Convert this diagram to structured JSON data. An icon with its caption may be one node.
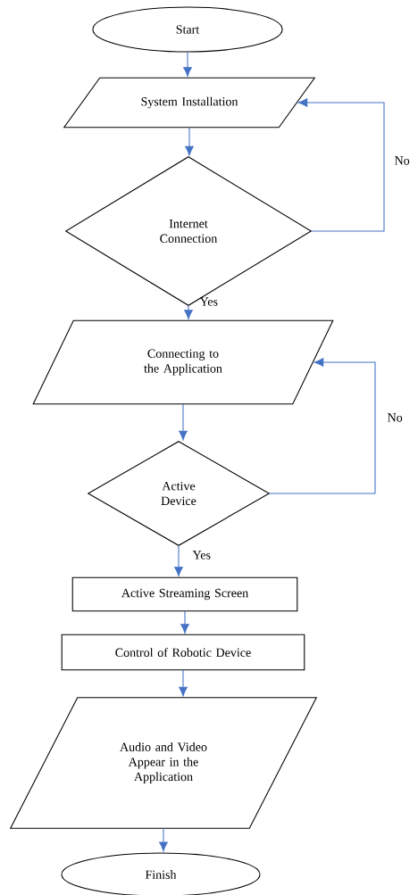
{
  "diagram": {
    "nodes": [
      {
        "text": [
          "Start"
        ]
      },
      {
        "text": [
          "System Installation"
        ]
      },
      {
        "text": [
          "Internet Connection"
        ]
      },
      {
        "text": [
          "Connecting to the Application"
        ]
      },
      {
        "text": [
          "Active Device"
        ]
      },
      {
        "text": [
          "Active Streaming Screen"
        ]
      },
      {
        "text": [
          "Control of Robotic Device"
        ]
      },
      {
        "text": [
          "Audio and Video Appear in the Application"
        ]
      },
      {
        "text": [
          "Finish"
        ]
      }
    ],
    "edges": [
      {
        "from": 0,
        "to": 1,
        "arrow": "to"
      },
      {
        "from": 1,
        "to": 2,
        "arrow": "to"
      },
      {
        "from": 2,
        "to": 1,
        "arrow": "to",
        "label": "No"
      },
      {
        "from": 2,
        "to": 3,
        "arrow": "to",
        "label": "Yes"
      },
      {
        "from": 3,
        "to": 4,
        "arrow": "to"
      },
      {
        "from": 4,
        "to": 3,
        "arrow": "to",
        "label": "No"
      },
      {
        "from": 4,
        "to": 5,
        "arrow": "to",
        "label": "Yes"
      },
      {
        "from": 5,
        "to": 6,
        "arrow": "to"
      },
      {
        "from": 6,
        "to": 7,
        "arrow": "to"
      },
      {
        "from": 7,
        "to": 8,
        "arrow": "to"
      }
    ]
  }
}
